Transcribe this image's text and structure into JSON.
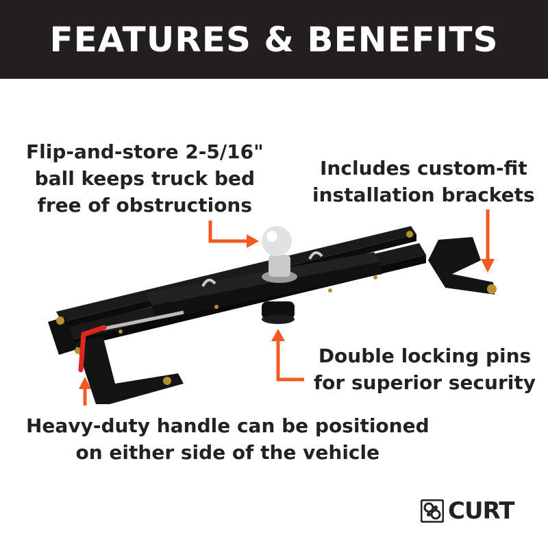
{
  "header": {
    "title": "FEATURES & BENEFITS"
  },
  "callouts": {
    "ball": {
      "lines": [
        "Flip-and-store 2-5/16\"",
        "ball keeps truck bed",
        "free of obstructions"
      ]
    },
    "brackets": {
      "lines": [
        "Includes custom-fit",
        "installation brackets"
      ]
    },
    "pins": {
      "lines": [
        "Double locking pins",
        "for superior security"
      ]
    },
    "handle": {
      "lines": [
        "Heavy-duty handle can be positioned",
        "on either side of the vehicle"
      ]
    }
  },
  "brand": {
    "logo_text": "CURT",
    "logo_icon": "curt-logo-icon"
  },
  "colors": {
    "header_bg": "#231f20",
    "arrow": "#f15a22",
    "product": "#151515",
    "handle": "#e0261f"
  }
}
